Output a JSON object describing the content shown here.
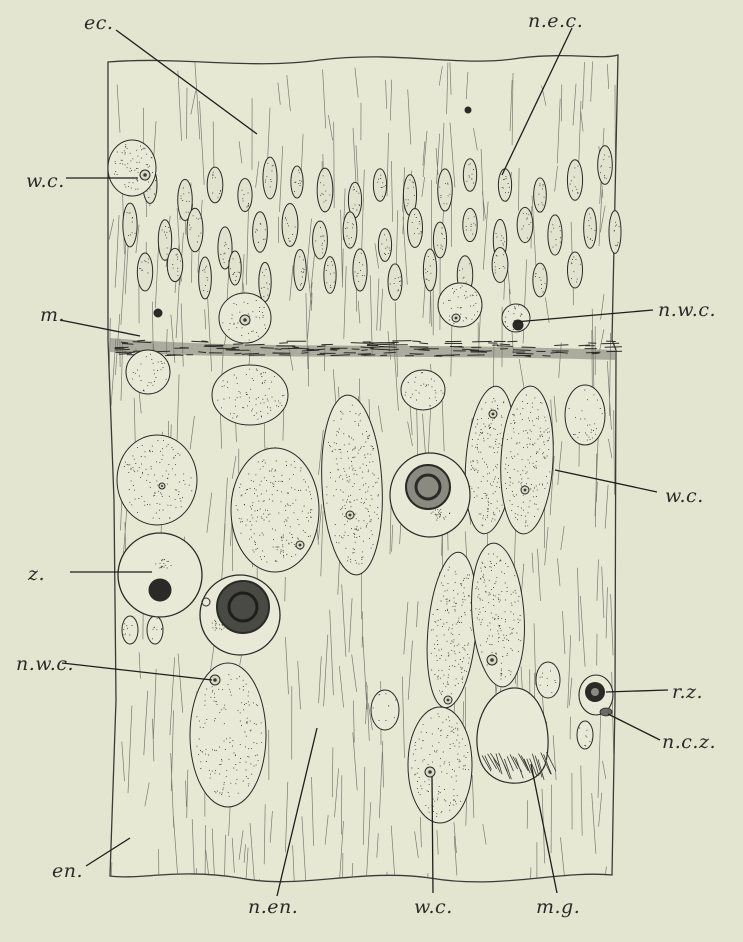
{
  "figure": {
    "background": "#e3e5d0",
    "ink": "#2a2a26",
    "labels": {
      "ec": "ec.",
      "nec": "n.e.c.",
      "wc_top": "w.c.",
      "m": "m.",
      "nwc_right": "n.w.c.",
      "wc_right": "w.c.",
      "z": "z.",
      "nwc_left": "n.w.c.",
      "rz": "r.z.",
      "ncz": "n.c.z.",
      "en": "en.",
      "nen": "n.en.",
      "wc_bottom": "w.c.",
      "mg": "m.g."
    }
  }
}
